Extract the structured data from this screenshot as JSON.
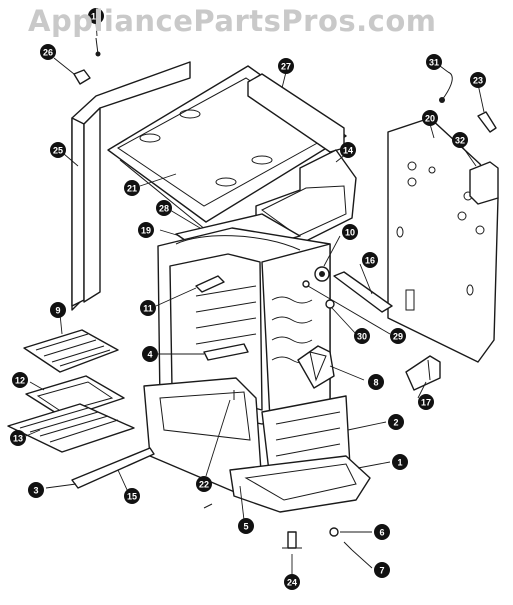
{
  "watermark": "AppliancePartsPros.com",
  "callouts": [
    {
      "label": "18"
    },
    {
      "label": "26"
    },
    {
      "label": "27"
    },
    {
      "label": "31"
    },
    {
      "label": "23"
    },
    {
      "label": "20"
    },
    {
      "label": "32"
    },
    {
      "label": "25"
    },
    {
      "label": "14"
    },
    {
      "label": "21"
    },
    {
      "label": "28"
    },
    {
      "label": "19"
    },
    {
      "label": "10"
    },
    {
      "label": "16"
    },
    {
      "label": "9"
    },
    {
      "label": "11"
    },
    {
      "label": "30"
    },
    {
      "label": "29"
    },
    {
      "label": "4"
    },
    {
      "label": "8"
    },
    {
      "label": "12"
    },
    {
      "label": "17"
    },
    {
      "label": "2"
    },
    {
      "label": "13"
    },
    {
      "label": "1"
    },
    {
      "label": "3"
    },
    {
      "label": "15"
    },
    {
      "label": "22"
    },
    {
      "label": "5"
    },
    {
      "label": "6"
    },
    {
      "label": "7"
    },
    {
      "label": "24"
    }
  ]
}
